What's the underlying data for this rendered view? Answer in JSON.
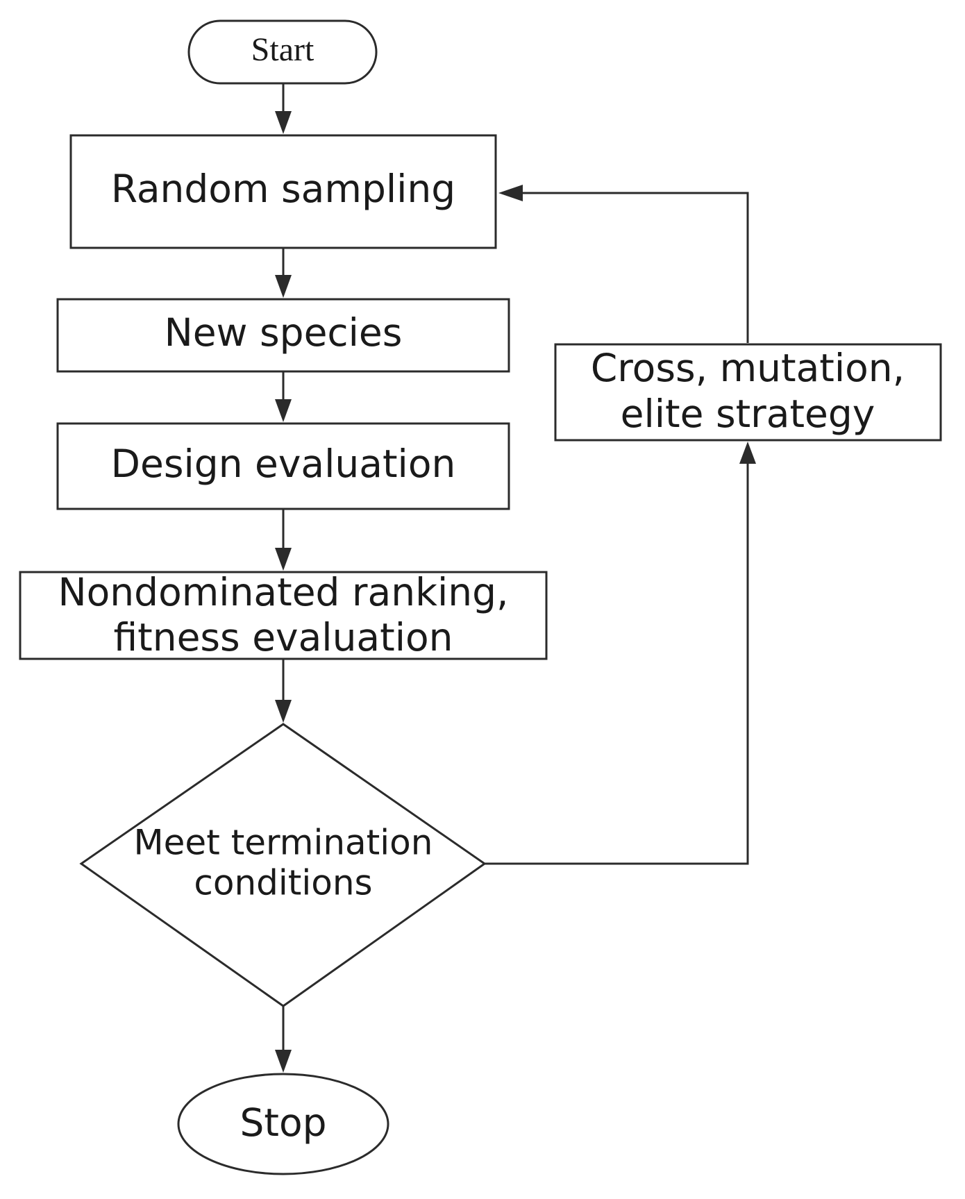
{
  "nodes": {
    "start": {
      "label": "Start"
    },
    "random_sampling": {
      "label": "Random sampling"
    },
    "new_species": {
      "label": "New species"
    },
    "design_evaluation": {
      "label": "Design evaluation"
    },
    "ranking": {
      "line1": "Nondominated ranking,",
      "line2": "fitness evaluation"
    },
    "termination": {
      "line1": "Meet termination",
      "line2": "conditions"
    },
    "stop": {
      "label": "Stop"
    },
    "cross": {
      "line1": "Cross, mutation,",
      "line2": "elite strategy"
    }
  },
  "colors": {
    "stroke": "#2b2b2b",
    "text": "#1a1a1a",
    "background": "#ffffff"
  }
}
